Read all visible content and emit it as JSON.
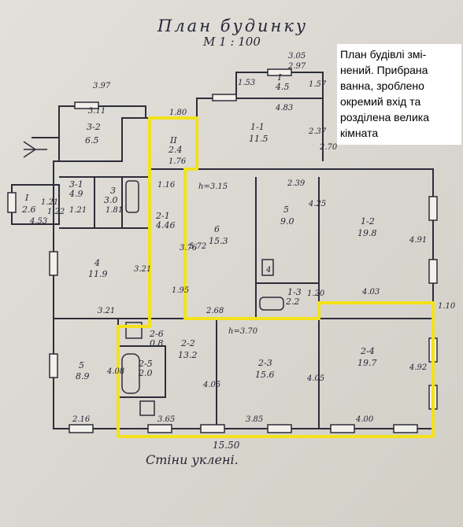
{
  "title": "План   будинку",
  "scale": "М 1 : 100",
  "note": "План будівлі змі-нений. Прибрана ванна, зроблено окремий вхід та розділена велика кімната",
  "footer": "Стіни  уклені.",
  "colors": {
    "wall": "#2d2d3a",
    "highlight": "#f3e21b",
    "paper": "#dcd9d2"
  },
  "rooms": [
    {
      "id": "I",
      "area": "4.5"
    },
    {
      "id": "3-2",
      "area": "6.5"
    },
    {
      "id": "II",
      "area": "2.4"
    },
    {
      "id": "1-1",
      "area": "11.5"
    },
    {
      "id": "I",
      "area": "2.6"
    },
    {
      "id": "3-1",
      "area": "4.9"
    },
    {
      "id": "3",
      "area": "3.0"
    },
    {
      "id": "2-1",
      "area": "4.46"
    },
    {
      "id": "6",
      "area": "15.3"
    },
    {
      "id": "5",
      "area": "9.0"
    },
    {
      "id": "1-2",
      "area": "19.8"
    },
    {
      "id": "4",
      "area": "11.9"
    },
    {
      "id": "1-3",
      "area": "2.2"
    },
    {
      "id": "5",
      "area": "8.9"
    },
    {
      "id": "2-6",
      "area": "0.8"
    },
    {
      "id": "2-5",
      "area": "2.0"
    },
    {
      "id": "2-2",
      "area": "13.2"
    },
    {
      "id": "2-3",
      "area": "15.6"
    },
    {
      "id": "2-4",
      "area": "19.7"
    }
  ],
  "dimensions": [
    "3.05",
    "2.97",
    "1.53",
    "1.57",
    "3.97",
    "3.11",
    "1.80",
    "4.83",
    "2.37",
    "2.70",
    "1.76",
    "1.16",
    "h=3.15",
    "2.39",
    "1.21",
    "1.81",
    "4.53",
    "1.21",
    "5.72",
    "4.25",
    "4.91",
    "3.21",
    "1.95",
    "2.68",
    "1.20",
    "4.03",
    "3.21",
    "h=3.70",
    "1.10",
    "4.08",
    "4.05",
    "4.05",
    "4.92",
    "2.16",
    "3.65",
    "3.85",
    "4.00",
    "15.50",
    "3.76",
    "1.22",
    "4"
  ]
}
